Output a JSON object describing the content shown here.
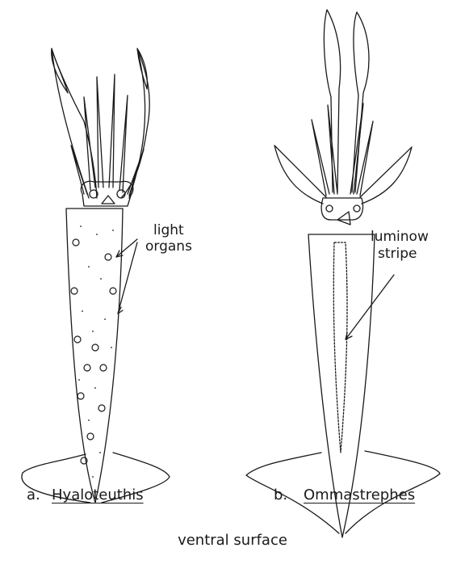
{
  "annotations": {
    "light": "light",
    "organs": "organs",
    "luminous": "luminow",
    "stripe": "stripe"
  },
  "captions": {
    "a_letter": "a.",
    "a_name": "Hyaloteuthis",
    "b_letter": "b.",
    "b_name": "Ommastrephes"
  },
  "footer": "ventral surface"
}
